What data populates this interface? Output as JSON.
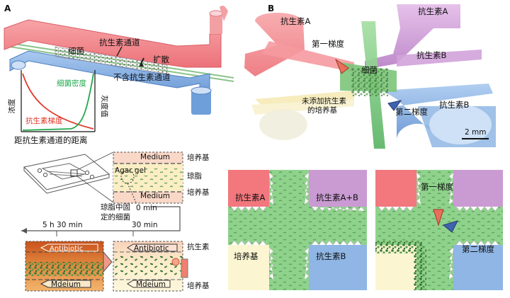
{
  "panel_a": {
    "label": "A",
    "antibiotic_channel": "抗生素通道",
    "bacteria": "细菌",
    "diffusion": "扩散",
    "no_antibiotic_channel": "不含抗生素通道",
    "concentration": "浓度",
    "gray_value": "灰度值",
    "bacteria_density": "细菌密度",
    "antibiotic_gradient": "抗生素梯度",
    "distance_axis": "距抗生素通道的距离"
  },
  "device": {
    "medium_top": "Medium",
    "agar_gel": "Agar gel",
    "medium_bottom": "Medium",
    "side_medium_top": "培养基",
    "side_agar": "琼脂",
    "side_medium_bottom": "培养基",
    "fixed_bacteria": "琼脂中固\n定的细菌",
    "time_0": "0 min",
    "time_30": "30 min",
    "time_5h": "5 h 30 min",
    "antibiotic_label": "Antibiotic",
    "medium_label_misspelled": "Mdeium",
    "side_antibiotic": "抗生素",
    "side_medium": "培养基"
  },
  "panel_b": {
    "label": "B",
    "antibiotic_a_left": "抗生素A",
    "antibiotic_a_right": "抗生素A",
    "first_gradient": "第一梯度",
    "bacteria": "细菌",
    "antibiotic_b_right": "抗生素B",
    "no_antibiotic_medium": "未添加抗生素\n的培养基",
    "second_gradient": "第二梯度",
    "antibiotic_b_lower": "抗生素B",
    "scale_bar": "2 mm"
  },
  "cross_left": {
    "q_tl": "抗生素A",
    "q_tr": "抗生素A+B",
    "q_bl": "培养基",
    "q_br": "抗生素B"
  },
  "cross_right": {
    "first_gradient": "第一梯度",
    "second_gradient": "第二梯度"
  },
  "colors": {
    "pink": "#f07f84",
    "blue": "#6f9fd8",
    "purple": "#c78fd0",
    "green": "#8fd28c",
    "cream": "#fbf3cf",
    "peach": "#f8dcc4",
    "orange": "#d9672a"
  }
}
